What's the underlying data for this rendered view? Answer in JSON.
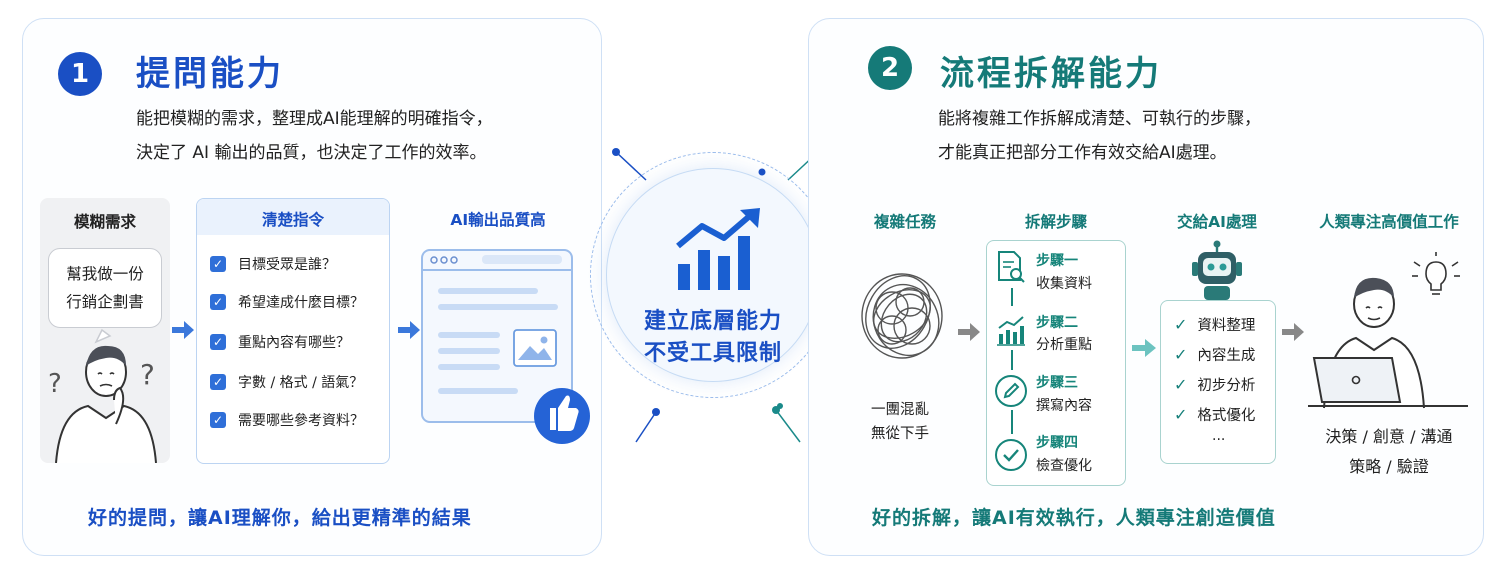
{
  "left": {
    "number": "1",
    "title": "提問能力",
    "desc_line1": "能把模糊的需求，整理成AI能理解的明確指令，",
    "desc_line2": "決定了 AI 輸出的品質，也決定了工作的效率。",
    "vague": {
      "heading": "模糊需求",
      "bubble_line1": "幫我做一份",
      "bubble_line2": "行銷企劃書"
    },
    "clear": {
      "heading": "清楚指令",
      "items": [
        "目標受眾是誰？",
        "希望達成什麼目標？",
        "重點內容有哪些？",
        "字數 / 格式 / 語氣？",
        "需要哪些參考資料？"
      ]
    },
    "output": {
      "heading": "AI輸出品質高"
    },
    "footer": "好的提問，讓AI理解你，給出更精準的結果"
  },
  "center": {
    "line1": "建立底層能力",
    "line2": "不受工具限制"
  },
  "right": {
    "number": "2",
    "title": "流程拆解能力",
    "desc_line1": "能將複雜工作拆解成清楚、可執行的步驟，",
    "desc_line2": "才能真正把部分工作有效交給AI處理。",
    "complex": {
      "heading": "複雜任務",
      "line1": "一團混亂",
      "line2": "無從下手"
    },
    "breakdown": {
      "heading": "拆解步驟",
      "steps": [
        {
          "title": "步驟一",
          "desc": "收集資料"
        },
        {
          "title": "步驟二",
          "desc": "分析重點"
        },
        {
          "title": "步驟三",
          "desc": "撰寫內容"
        },
        {
          "title": "步驟四",
          "desc": "檢查優化"
        }
      ]
    },
    "ai_handle": {
      "heading": "交給AI處理",
      "items": [
        "資料整理",
        "內容生成",
        "初步分析",
        "格式優化"
      ],
      "more": "..."
    },
    "human": {
      "heading": "人類專注高價值工作",
      "line1": "決策 / 創意 / 溝通",
      "line2": "策略 / 驗證"
    },
    "footer": "好的拆解，讓AI有效執行，人類專注創造價值"
  },
  "colors": {
    "blue": "#1a4fc4",
    "teal": "#157a78",
    "light_blue": "#2f6fd8"
  }
}
